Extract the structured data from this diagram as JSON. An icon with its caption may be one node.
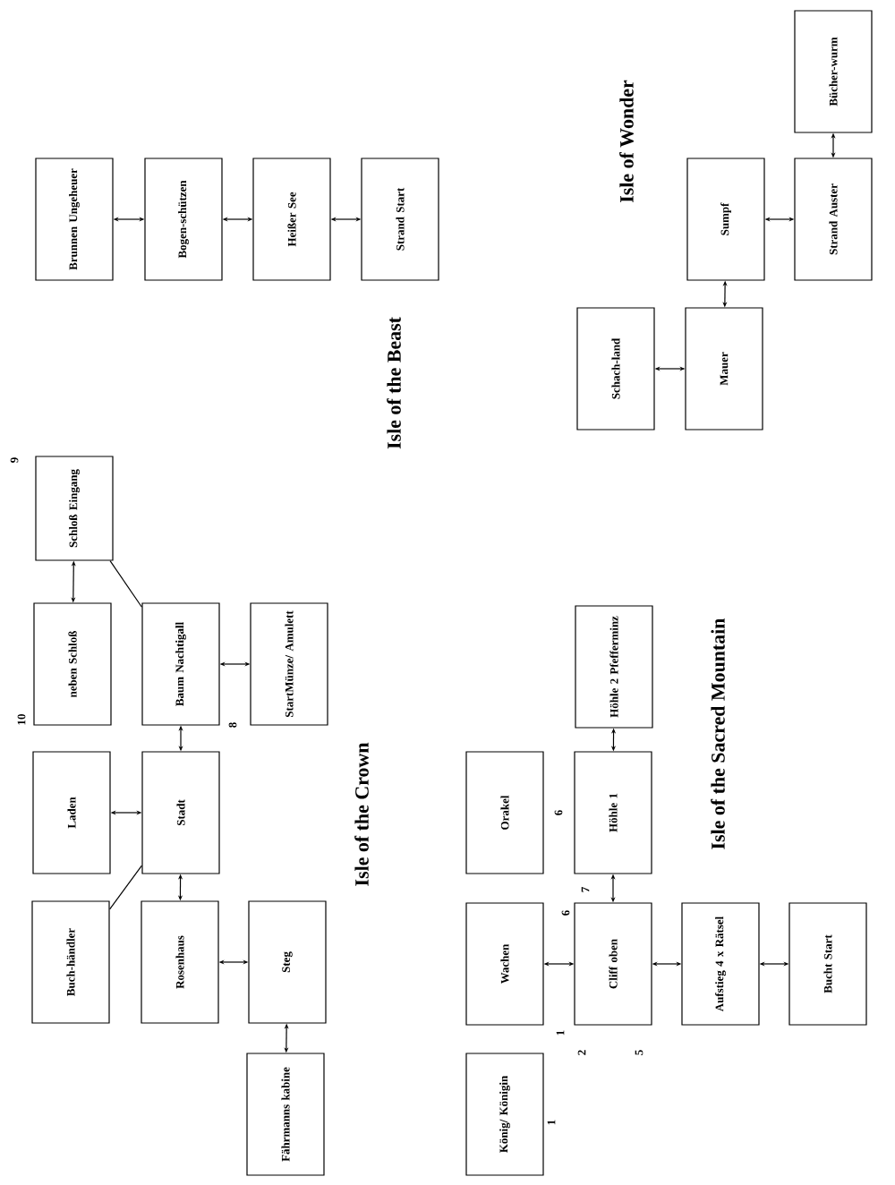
{
  "diagram": {
    "nodes": [
      {
        "text": [
          "Brunnen Ungeheuer"
        ]
      },
      {
        "text": [
          "Bogen-schützen"
        ]
      },
      {
        "text": [
          "Heißer See"
        ]
      },
      {
        "text": [
          "Strand Start"
        ]
      },
      {
        "text": [
          "Schloß Eingang"
        ]
      },
      {
        "text": [
          "neben Schloß"
        ]
      },
      {
        "text": [
          "Baum Nachtigall"
        ]
      },
      {
        "text": [
          "StartMünze/ Amulett"
        ]
      },
      {
        "text": [
          "Laden"
        ]
      },
      {
        "text": [
          "Stadt"
        ]
      },
      {
        "text": [
          "Buch-händler"
        ]
      },
      {
        "text": [
          "Rosenhaus"
        ]
      },
      {
        "text": [
          "Steg"
        ]
      },
      {
        "text": [
          "Fährmanns kabine"
        ]
      },
      {
        "text": [
          "Bücher-wurm"
        ]
      },
      {
        "text": [
          "Sumpf"
        ]
      },
      {
        "text": [
          "Strand Auster"
        ]
      },
      {
        "text": [
          "Schach-land"
        ]
      },
      {
        "text": [
          "Mauer"
        ]
      },
      {
        "text": [
          "Höhle 2 Pfefferminz"
        ]
      },
      {
        "text": [
          "Orakel"
        ]
      },
      {
        "text": [
          "Höhle 1"
        ]
      },
      {
        "text": [
          "Wachen"
        ]
      },
      {
        "text": [
          "Cliff oben"
        ]
      },
      {
        "text": [
          "Aufstieg 4 x Rätsel"
        ]
      },
      {
        "text": [
          "Bucht Start"
        ]
      },
      {
        "text": [
          "König/ Königin"
        ]
      }
    ],
    "edges": [
      {
        "from": 0,
        "to": 1,
        "arrow": "both"
      },
      {
        "from": 1,
        "to": 2,
        "arrow": "both"
      },
      {
        "from": 2,
        "to": 3,
        "arrow": "both"
      },
      {
        "from": 4,
        "to": 5,
        "arrow": "both"
      },
      {
        "from": 4,
        "to": 6,
        "arrow": "none"
      },
      {
        "from": 6,
        "to": 7,
        "arrow": "both"
      },
      {
        "from": 9,
        "to": 6,
        "arrow": "both"
      },
      {
        "from": 8,
        "to": 9,
        "arrow": "both"
      },
      {
        "from": 10,
        "to": 9,
        "arrow": "none"
      },
      {
        "from": 9,
        "to": 11,
        "arrow": "both"
      },
      {
        "from": 11,
        "to": 12,
        "arrow": "both"
      },
      {
        "from": 12,
        "to": 13,
        "arrow": "both"
      },
      {
        "from": 14,
        "to": 16,
        "arrow": "both"
      },
      {
        "from": 15,
        "to": 16,
        "arrow": "both"
      },
      {
        "from": 15,
        "to": 18,
        "arrow": "both"
      },
      {
        "from": 17,
        "to": 18,
        "arrow": "both"
      },
      {
        "from": 21,
        "to": 19,
        "arrow": "both"
      },
      {
        "from": 23,
        "to": 21,
        "arrow": "both"
      },
      {
        "from": 22,
        "to": 23,
        "arrow": "both"
      },
      {
        "from": 23,
        "to": 24,
        "arrow": "both"
      },
      {
        "from": 24,
        "to": 25,
        "arrow": "both"
      }
    ],
    "labels": [
      "Isle of the Beast",
      "Isle of the Crown",
      "Isle of Wonder",
      "Isle of the Sacred Mountain",
      "9",
      "10",
      "8",
      "6",
      "6",
      "7",
      "1",
      "2",
      "5",
      "1"
    ]
  }
}
